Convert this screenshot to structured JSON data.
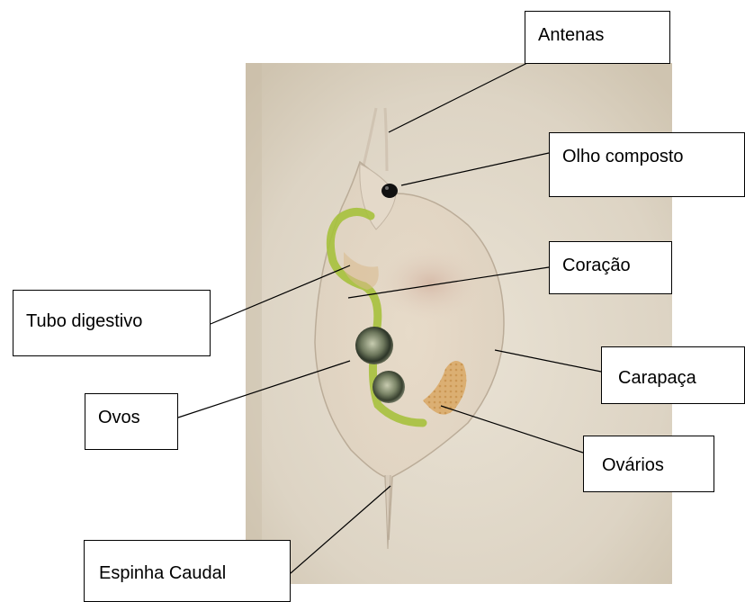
{
  "labels": {
    "antenas": "Antenas",
    "olho_composto": "Olho composto",
    "coracao": "Coração",
    "tubo_digestivo": "Tubo digestivo",
    "carapaca": "Carapaça",
    "ovos": "Ovos",
    "ovarios": "Ovários",
    "espinha_caudal": "Espinha Caudal"
  },
  "colors": {
    "photo_background": "#e2dacb",
    "gut_green": "#a6c13c",
    "eye_black": "#111111",
    "egg_green": "#8a9471",
    "ovary_orange": "#d8a157"
  },
  "image": {
    "subject": "Daphnia micrograph"
  }
}
